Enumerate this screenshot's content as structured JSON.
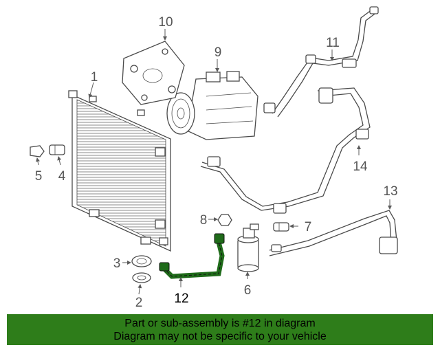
{
  "diagram": {
    "callouts": {
      "c1": "1",
      "c2": "2",
      "c3": "3",
      "c4": "4",
      "c5": "5",
      "c6": "6",
      "c7": "7",
      "c8": "8",
      "c9": "9",
      "c10": "10",
      "c11": "11",
      "c12": "12",
      "c13": "13",
      "c14": "14"
    },
    "highlight_color": "#1f6b1a",
    "line_color": "#4a4a4a"
  },
  "banner": {
    "line1": "Part or sub-assembly is #12 in diagram",
    "line2": "Diagram may not be specific to your vehicle",
    "background": "#2e7d1a"
  }
}
